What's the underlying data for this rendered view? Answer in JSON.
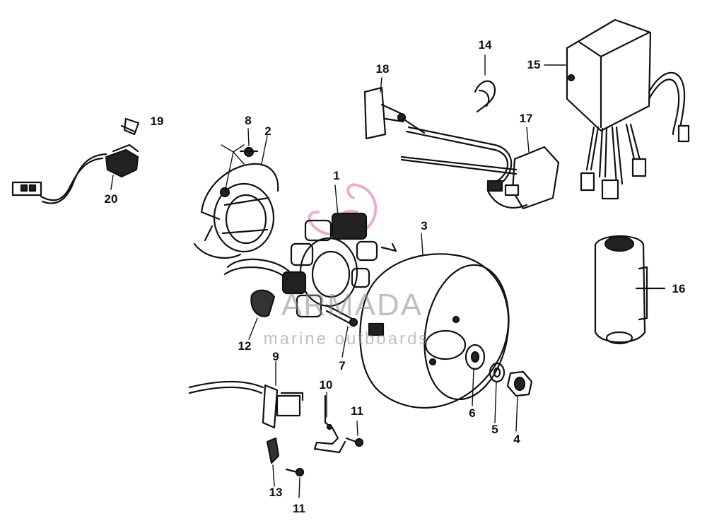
{
  "watermark": {
    "brand": "ARMADA",
    "tagline": "marine outboards",
    "logo_icon": "anchor-ribbon-logo",
    "logo_color": "#e8a6c8"
  },
  "colors": {
    "ink": "#111111",
    "background": "#ffffff"
  },
  "callouts": {
    "c1": "1",
    "c2": "2",
    "c3": "3",
    "c4": "4",
    "c5": "5",
    "c6": "6",
    "c7": "7",
    "c8": "8",
    "c9": "9",
    "c10": "10",
    "c11a": "11",
    "c11b": "11",
    "c12": "12",
    "c13": "13",
    "c14": "14",
    "c15": "15",
    "c16": "16",
    "c17": "17",
    "c18": "18",
    "c19": "19",
    "c20": "20"
  },
  "parts": [
    "stator",
    "stator-base",
    "flywheel",
    "nut",
    "lock-washer",
    "washer",
    "bolt",
    "screw",
    "pickup-coil",
    "bracket",
    "screw",
    "clamp",
    "clip",
    "wire-clip",
    "cdi-unit",
    "condenser",
    "ignition-coil",
    "spark-plug-cap",
    "screw",
    "rectifier"
  ]
}
